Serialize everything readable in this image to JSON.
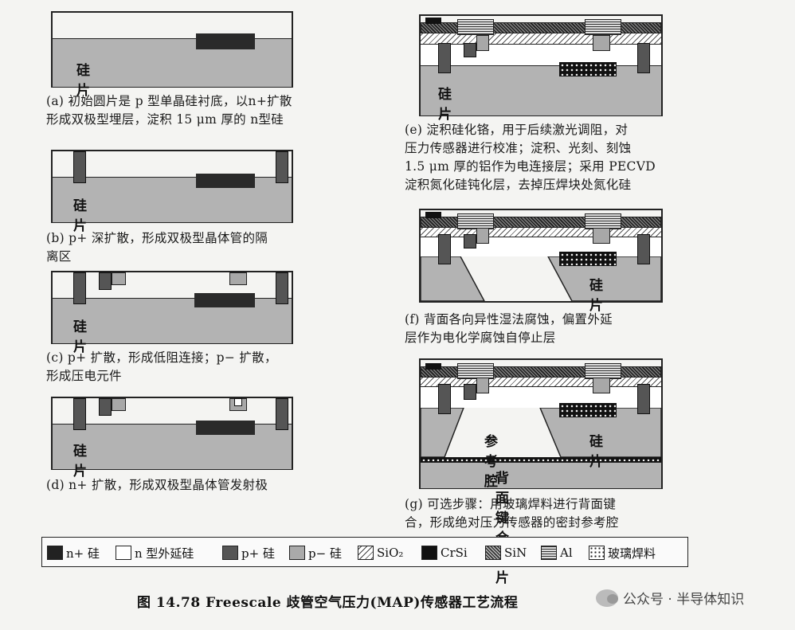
{
  "captions": {
    "a": "(a) 初始圆片是 p 型单晶硅衬底，以n+扩散\n形成双极型埋层，淀积 15 μm 厚的 n型硅",
    "b": "(b) p+ 深扩散，形成双极型晶体管的隔\n离区",
    "c": "(c) p+ 扩散，形成低阻连接；p− 扩散，\n形成压电元件",
    "d": "(d) n+ 扩散，形成双极型晶体管发射极",
    "e": "(e) 淀积硅化铬，用于后续激光调阻，对\n压力传感器进行校准；淀积、光刻、刻蚀\n1.5 μm 厚的铝作为电连接层；采用 PECVD\n淀积氮化硅钝化层，去掉压焊块处氮化硅",
    "f": "(f) 背面各向异性湿法腐蚀，偏置外延\n层作为电化学腐蚀自停止层",
    "g": "(g) 可选步骤：用玻璃焊料进行背面键\n合，形成绝对压力传感器的密封参考腔"
  },
  "labels": {
    "silicon": "硅片",
    "cavity": "参考腔",
    "backwafer": "背面键合圆片"
  },
  "legend": [
    {
      "label": "n+ 硅",
      "swatch": "nplus"
    },
    {
      "label": "n 型外延硅",
      "swatch": "epi"
    },
    {
      "label": "p+ 硅",
      "swatch": "pplus"
    },
    {
      "label": "p− 硅",
      "swatch": "pminus"
    },
    {
      "label": "SiO₂",
      "swatch": "oxide"
    },
    {
      "label": "CrSi",
      "swatch": "crsi"
    },
    {
      "label": "SiN",
      "swatch": "sin"
    },
    {
      "label": "Al",
      "swatch": "al"
    },
    {
      "label": "玻璃焊料",
      "swatch": "glass"
    }
  ],
  "figure_title": "图 14.78   Freescale 歧管空气压力(MAP)传感器工艺流程",
  "watermark": "公众号 · 半导体知识"
}
